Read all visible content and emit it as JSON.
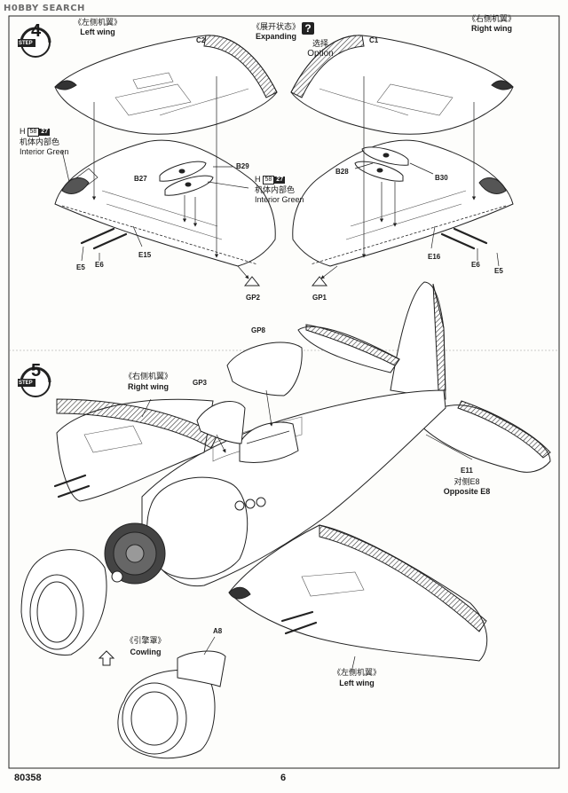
{
  "header": {
    "watermark": "H0BBY SEARCH",
    "expanding_cn": "《展开状态》",
    "expanding_en": "Expanding",
    "option_icon": "question-box-icon",
    "option_cn": "选择",
    "option_en": "Option"
  },
  "step4": {
    "step_word": "STEP",
    "step_number": "4",
    "left_wing_cn": "《左侧机翼》",
    "left_wing_en": "Left wing",
    "right_wing_cn": "《右侧机翼》",
    "right_wing_en": "Right wing",
    "color1": {
      "prefix": "H",
      "code": "58",
      "code_b": "27",
      "cn": "机体内部色",
      "en": "Interior Green"
    },
    "color2": {
      "prefix": "H",
      "code": "58",
      "code_b": "27",
      "cn": "机体内部色",
      "en": "Interior Green"
    },
    "parts": {
      "c2": "C2",
      "c1": "C1",
      "b27": "B27",
      "b29": "B29",
      "b28": "B28",
      "b30": "B30",
      "e15": "E15",
      "e16": "E16",
      "e5_left": "E5",
      "e6_left": "E6",
      "e6_right": "E6",
      "e5_right": "E5",
      "gp2": "GP2",
      "gp1": "GP1"
    }
  },
  "step5": {
    "step_word": "STEP",
    "step_number": "5",
    "right_wing_cn": "《右侧机翼》",
    "right_wing_en": "Right wing",
    "left_wing_cn": "《左侧机翼》",
    "left_wing_en": "Left wing",
    "cowling_cn": "《引擎罩》",
    "cowling_en": "Cowling",
    "opposite_cn": "对侧E8",
    "opposite_en": "Opposite E8",
    "parts": {
      "gp8": "GP8",
      "gp3": "GP3",
      "e11": "E11",
      "a8": "A8"
    }
  },
  "footer": {
    "kit_number": "80358",
    "page_number": "6"
  }
}
